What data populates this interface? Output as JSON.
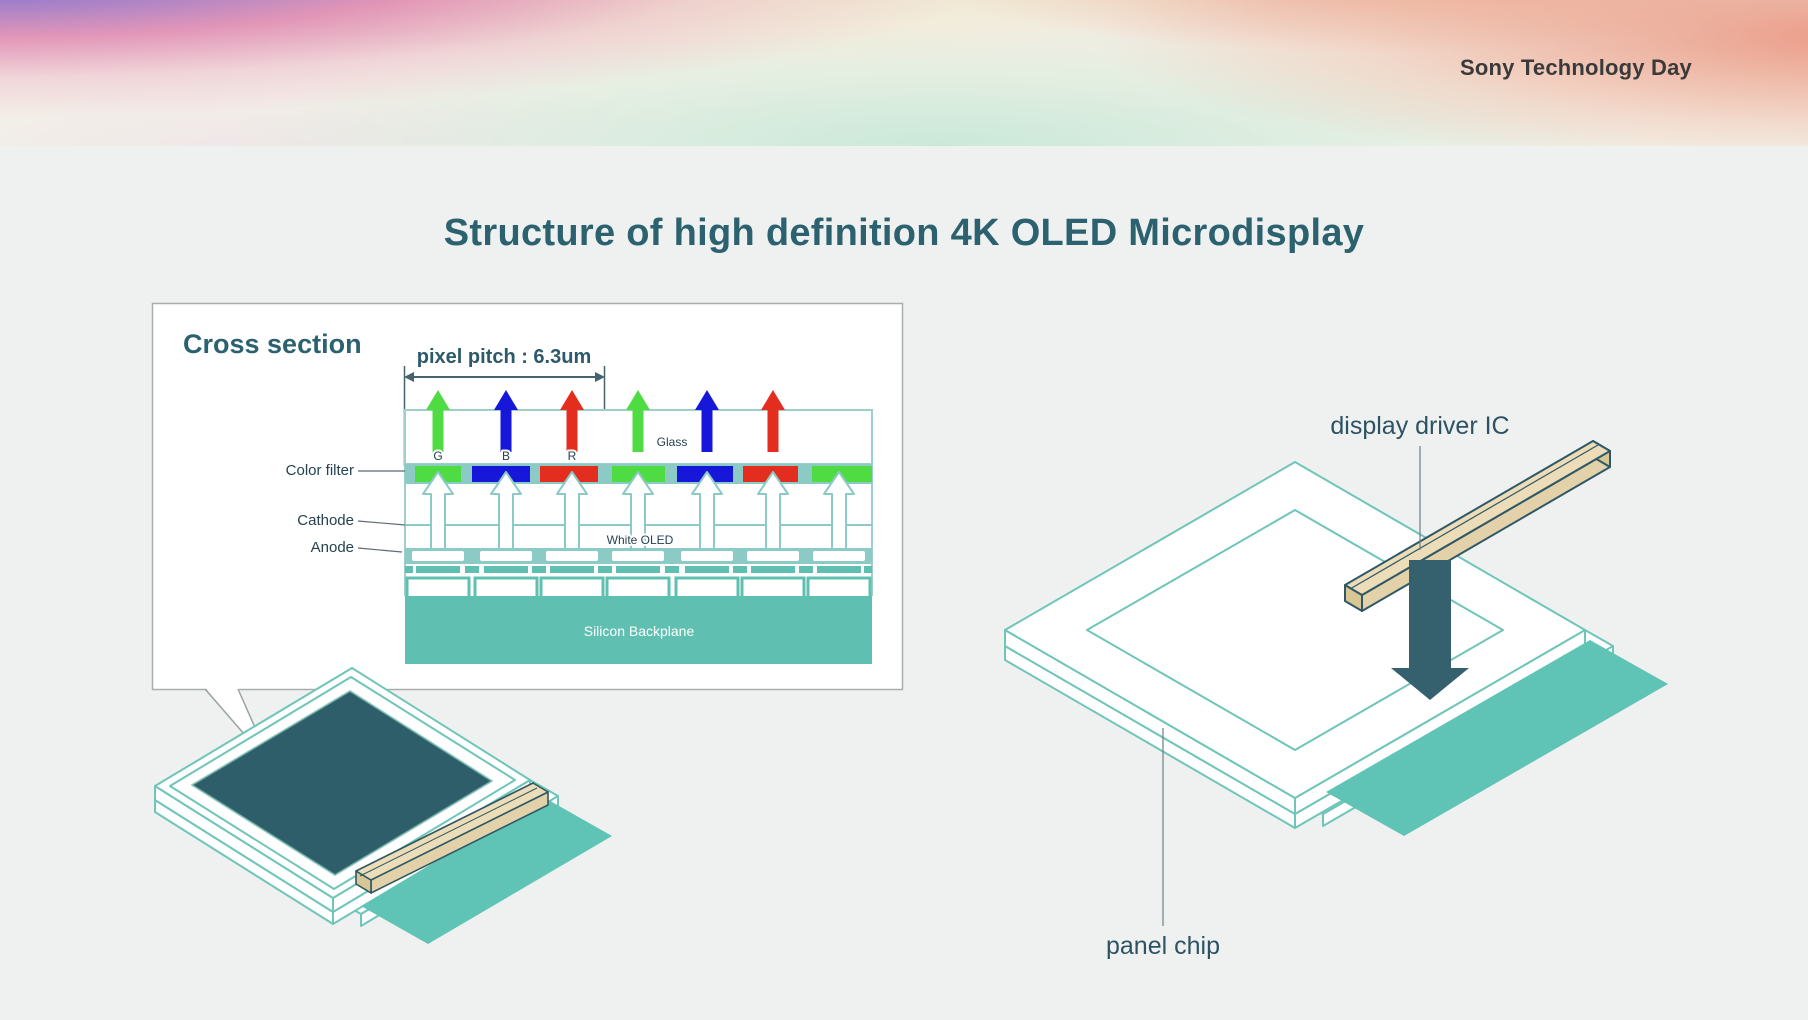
{
  "slide": {
    "brand": "Sony Technology Day",
    "title": "Structure of high definition 4K OLED Microdisplay"
  },
  "cross_section": {
    "heading": "Cross section",
    "pixel_pitch_label": "pixel pitch : 6.3um",
    "subpixel_labels": {
      "g": "G",
      "b": "B",
      "r": "R"
    },
    "layer_labels": {
      "glass": "Glass",
      "color_filter": "Color filter",
      "cathode": "Cathode",
      "anode": "Anode",
      "white_oled": "White OLED",
      "silicon_backplane": "Silicon Backplane"
    }
  },
  "assembly_diagram": {
    "driver_ic_label": "display driver IC",
    "panel_chip_label": "panel chip"
  },
  "colors": {
    "background": "#eef1f0",
    "title_teal": "#2c6170",
    "label_navy": "#24424f",
    "teal_fill": "#5fc0b2",
    "teal_light": "#8ccac6",
    "teal_outline": "#6fc5b8",
    "glass_outline": "#9fcfca",
    "screen_dark": "#2e5e6a",
    "driver_ic_beige": "#ecdcb8",
    "down_arrow_slate": "#35606e",
    "arrow_green": "#4fdc42",
    "arrow_blue": "#1717d9",
    "arrow_red": "#e32d1f",
    "brand_gray": "#3a3a3a"
  }
}
